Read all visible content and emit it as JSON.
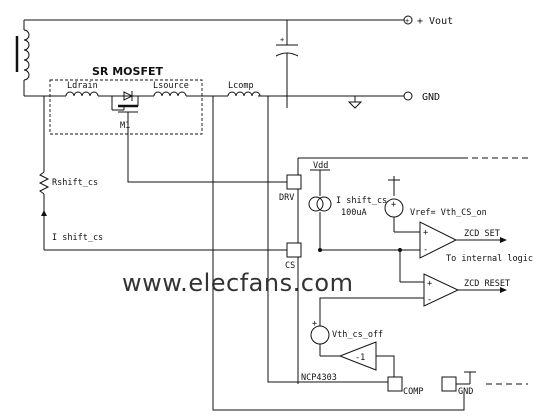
{
  "labels": {
    "vout": "+ Vout",
    "gnd_right": "GND",
    "sr_mosfet": "SR MOSFET",
    "ldrain": "Ldrain",
    "lsource": "Lsource",
    "m1": "M1",
    "lcomp": "Lcomp",
    "rshift": "Rshift_cs",
    "ishift_left": "I shift_cs",
    "vdd": "Vdd",
    "ishift_src": "I shift_cs",
    "ishift_val": "100uA",
    "vref": "Vref= Vth_CS_on",
    "zcd_set": "ZCD SET",
    "to_logic": "To internal logic",
    "zcd_reset": "ZCD RESET",
    "vth_off": "Vth_cs_off",
    "gain": "-1",
    "chip": "NCP4303",
    "pin_drv": "DRV",
    "pin_cs": "CS",
    "pin_comp": "COMP",
    "pin_gnd": "GND",
    "plus": "+",
    "minus": "-"
  },
  "watermark": "www.elecfans.com"
}
